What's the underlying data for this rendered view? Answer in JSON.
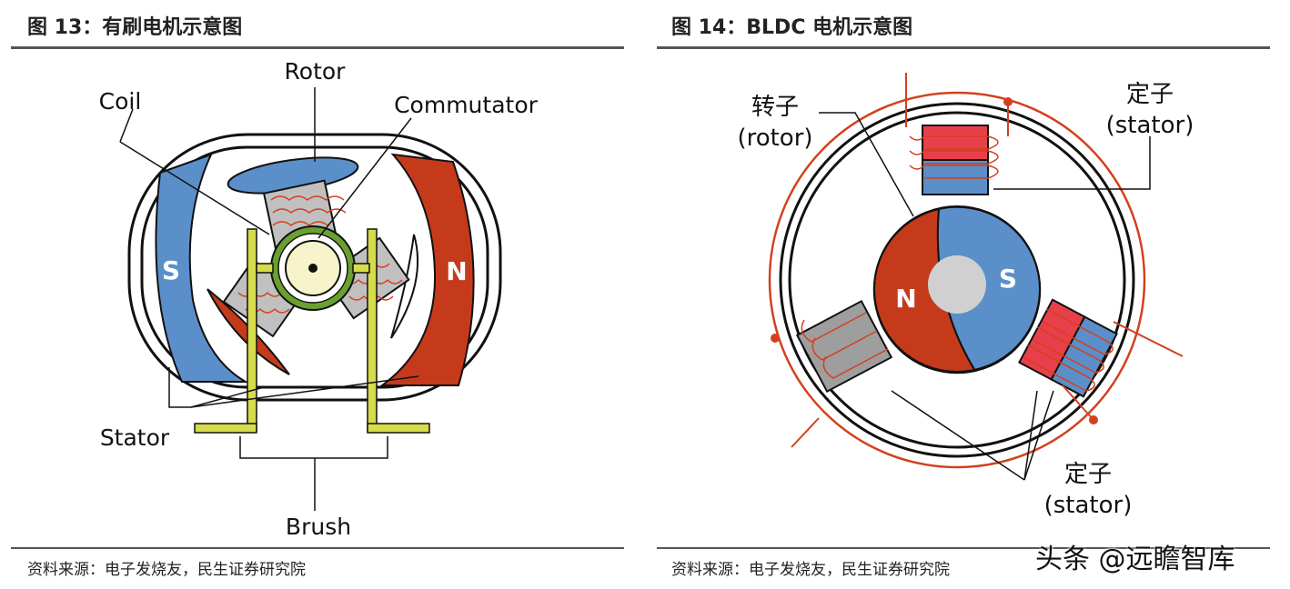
{
  "figures": [
    {
      "title": "图 13：有刷电机示意图",
      "labels": {
        "rotor": "Rotor",
        "coil": "Coil",
        "commutator": "Commutator",
        "stator": "Stator",
        "brush": "Brush",
        "pole_s": "S",
        "pole_n": "N"
      },
      "source": "资料来源：电子发烧友，民生证券研究院",
      "colors": {
        "south": "#5b8fc9",
        "north": "#c63a1c",
        "brush": "#d6dc4a",
        "rotor": "#5b8fc9",
        "coil": "#d2411e"
      }
    },
    {
      "title": "图 14：BLDC 电机示意图",
      "labels": {
        "rotor_cn": "转子",
        "rotor_en": "(rotor)",
        "stator_top_cn": "定子",
        "stator_top_en": "(stator)",
        "stator_bottom_cn": "定子",
        "stator_bottom_en": "(stator)",
        "pole_n": "N",
        "pole_s": "S"
      },
      "source": "资料来源：电子发烧友，民生证券研究院",
      "colors": {
        "north": "#c63a1c",
        "south": "#5b8fc9",
        "wire": "#d2411e",
        "core": "#9e9e9e"
      }
    }
  ],
  "watermark": "头条 @远瞻智库"
}
